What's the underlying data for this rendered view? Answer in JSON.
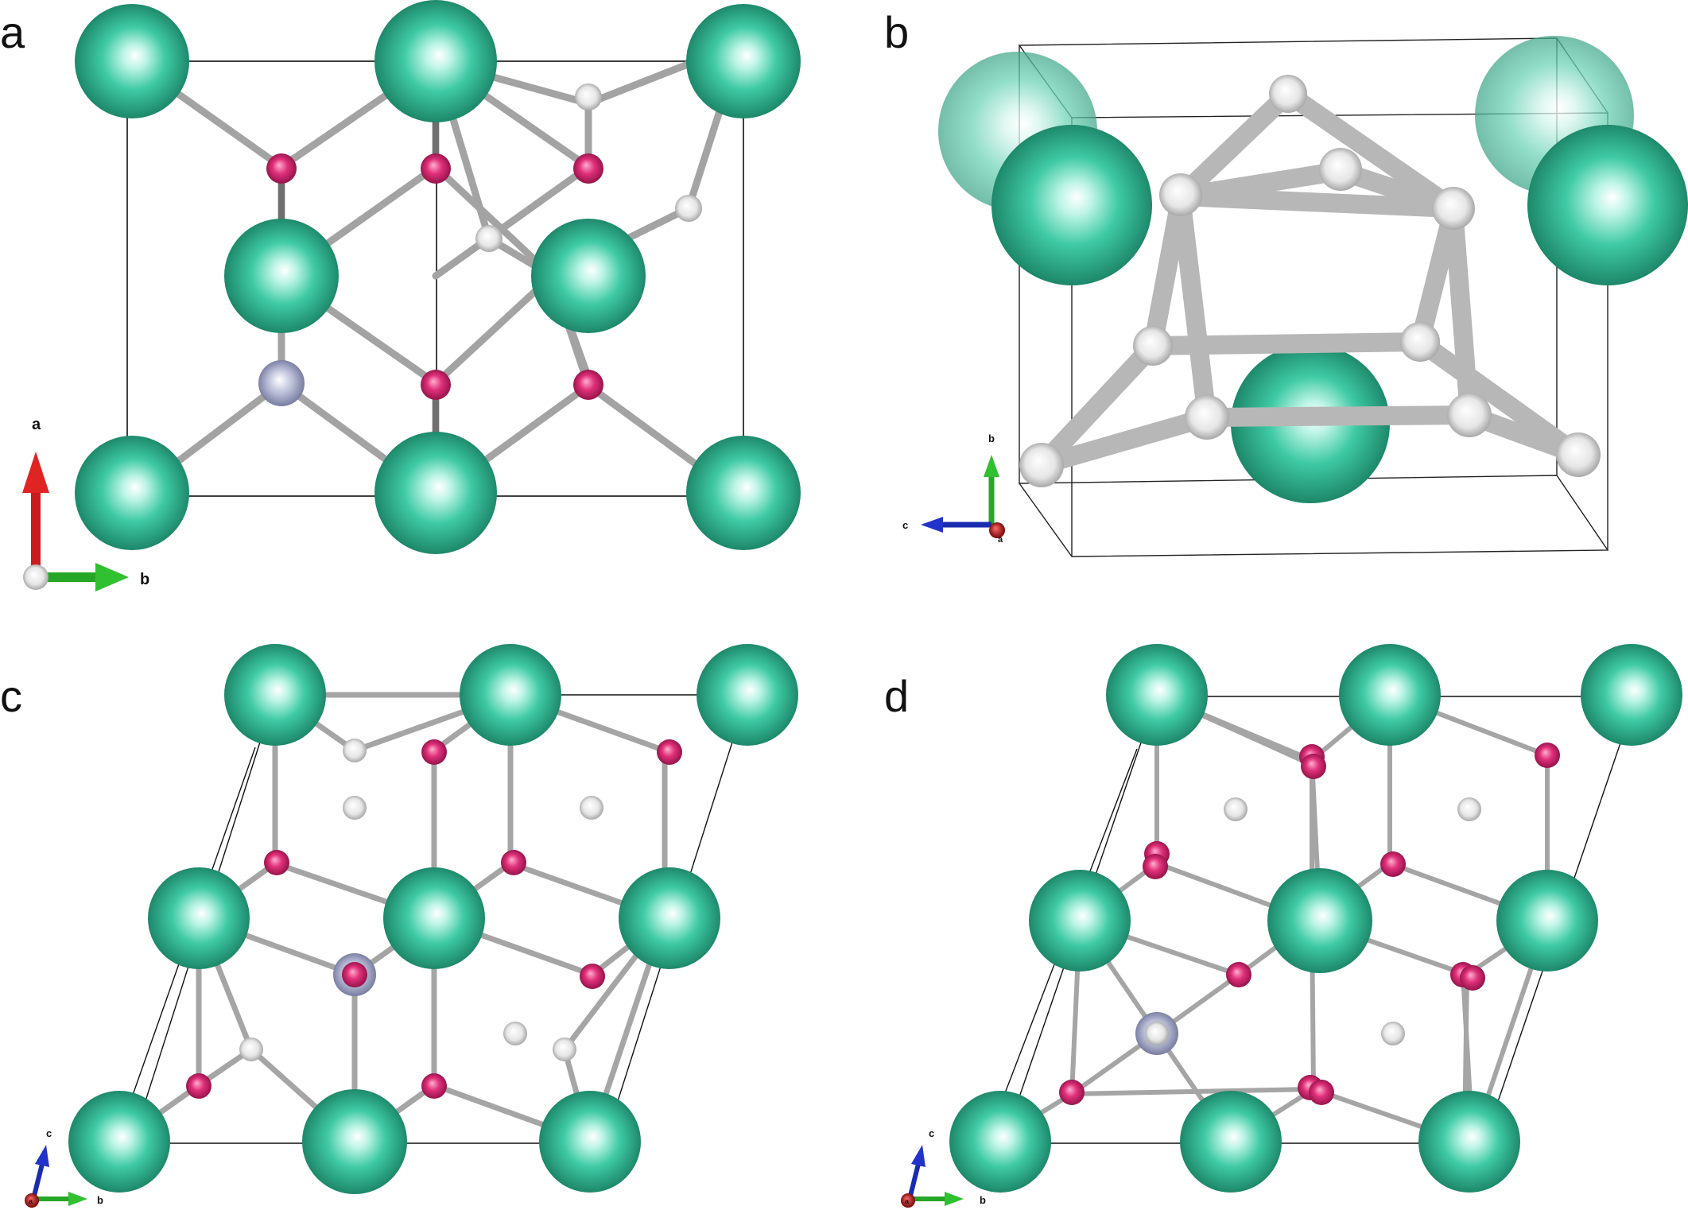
{
  "figure": {
    "panels": [
      {
        "label": "a",
        "axes": {
          "vertical": "a",
          "horizontal": "b"
        }
      },
      {
        "label": "b",
        "axes": {
          "vertical": "b",
          "horizontal": "c",
          "out_of_plane": "a"
        }
      },
      {
        "label": "c",
        "axes": {
          "vertical": "c",
          "horizontal": "b",
          "out_of_plane": "a"
        }
      },
      {
        "label": "d",
        "axes": {
          "vertical": "c",
          "horizontal": "b",
          "out_of_plane": "a"
        }
      }
    ]
  },
  "colors": {
    "large_atom": "#3fcaa4",
    "pink_atom": "#e0307a",
    "white_atom": "#e6e6e6",
    "lavender_atom": "#b8bcd6",
    "bond": "#a3a3a3",
    "cell_edge": "#111111",
    "axis_a": "#d62020",
    "axis_b": "#2fb82f",
    "axis_c": "#2233cc"
  }
}
